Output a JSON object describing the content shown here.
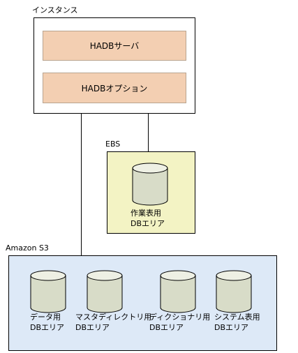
{
  "instance": {
    "label": "インスタンス",
    "server_label": "HADBサーバ",
    "option_label": "HADBオプション"
  },
  "ebs": {
    "label": "EBS",
    "db": {
      "line1": "作業表用",
      "line2": "DBエリア"
    }
  },
  "s3": {
    "label": "Amazon S3",
    "dbs": [
      {
        "line1": "データ用",
        "line2": "DBエリア"
      },
      {
        "line1": "マスタディレクトリ用",
        "line2": "DBエリア"
      },
      {
        "line1": "ディクショナリ用",
        "line2": "DBエリア"
      },
      {
        "line1": "システム表用",
        "line2": "DBエリア"
      }
    ]
  },
  "colors": {
    "bar_fill": "#f3cfb2",
    "ebs_fill": "#f3f3c4",
    "s3_fill": "#dde9f7",
    "cylinder_fill": "#d8dcc8"
  }
}
